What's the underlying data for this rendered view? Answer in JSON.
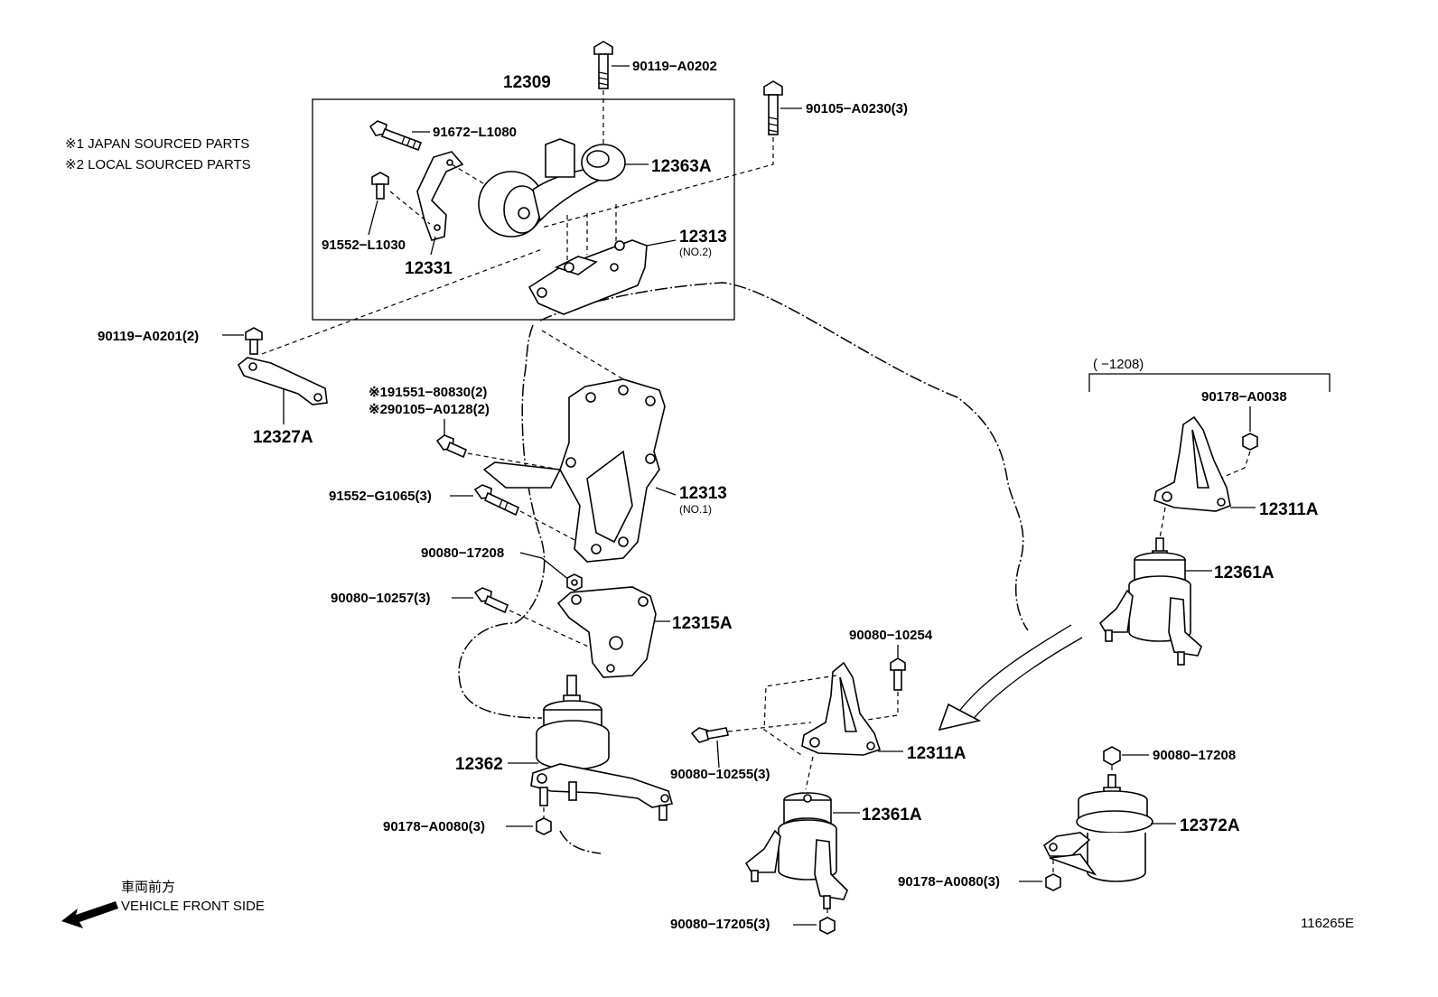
{
  "notes": {
    "japan": "※1 JAPAN SOURCED PARTS",
    "local": "※2 LOCAL SOURCED PARTS"
  },
  "range_note": "(        −1208)",
  "direction": {
    "jp": "車両前方",
    "en": "VEHICLE FRONT SIDE"
  },
  "diagram_id": "116265E",
  "labels": {
    "p12309": "12309",
    "p90119_A0202": "90119−A0202",
    "p90105_A0230": "90105−A0230(3)",
    "p91672_L1080": "91672−L1080",
    "p12363A": "12363A",
    "p12313_no2": "12313",
    "no2": "(NO.2)",
    "p91552_L1030": "91552−L1030",
    "p12331": "12331",
    "p90119_A0201": "90119−A0201(2)",
    "p12327A": "12327A",
    "p91551_80830": "※191551−80830(2)",
    "p90105_A0128": "※290105−A0128(2)",
    "p91552_G1065": "91552−G1065(3)",
    "p12313_no1": "12313",
    "no1": "(NO.1)",
    "p90080_17208_a": "90080−17208",
    "p90080_10257": "90080−10257(3)",
    "p12315A": "12315A",
    "p12362": "12362",
    "p90178_A0080_a": "90178−A0080(3)",
    "p90178_A0038": "90178−A0038",
    "p12311A_a": "12311A",
    "p12361A_a": "12361A",
    "p90080_10254": "90080−10254",
    "p90080_10255": "90080−10255(3)",
    "p12311A_b": "12311A",
    "p12361A_b": "12361A",
    "p90080_17205": "90080−17205(3)",
    "p90080_17208_b": "90080−17208",
    "p12372A": "12372A",
    "p90178_A0080_b": "90178−A0080(3)"
  }
}
